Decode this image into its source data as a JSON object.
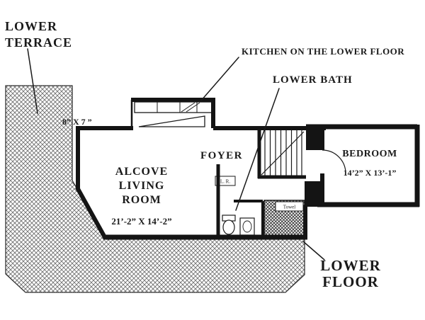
{
  "colors": {
    "ink": "#1a1a1a",
    "paper": "#ffffff",
    "hatch_light": "#707070",
    "hatch_dark": "#3d3d3d"
  },
  "labels": {
    "terrace_line1": "LOWER",
    "terrace_line2": "TERRACE",
    "kitchen_note": "KITCHEN ON THE LOWER FLOOR",
    "lower_bath": "LOWER BATH",
    "foyer": "FOYER",
    "living_line1": "ALCOVE",
    "living_line2": "LIVING",
    "living_line3": "ROOM",
    "living_dims": "21’-2” X 14’-2”",
    "small_dims": "8” X 7 ”",
    "bedroom": "BEDROOM",
    "bedroom_dims": "14’2” X 13’-1”",
    "floor_line1": "LOWER",
    "floor_line2": "FLOOR",
    "closet": "Towel",
    "foyer_box": "L. R."
  }
}
